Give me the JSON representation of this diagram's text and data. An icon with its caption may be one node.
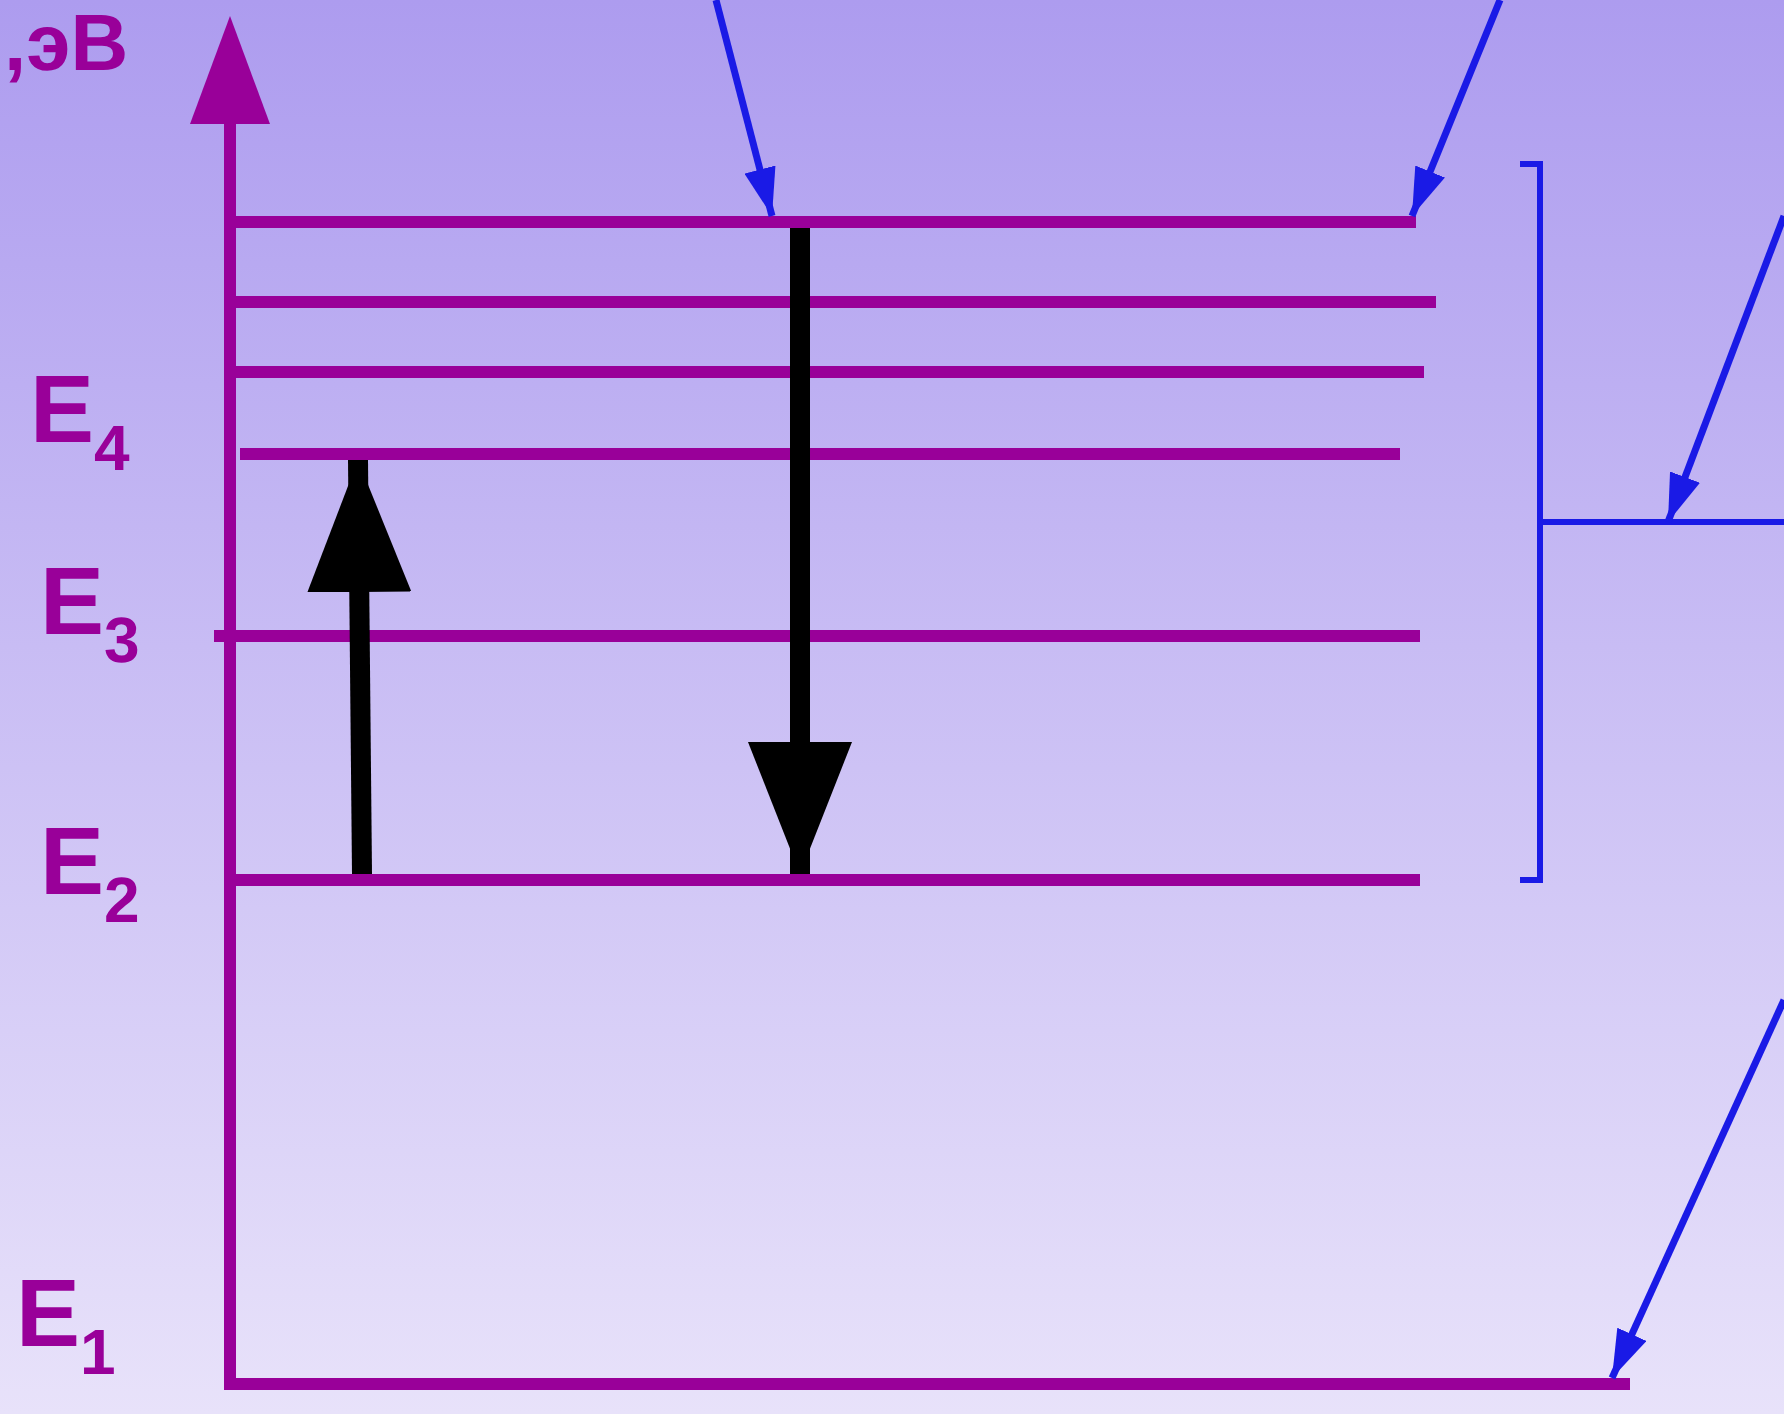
{
  "diagram": {
    "nodes": [
      {
        "text": [],
        "shape": "bar"
      },
      {
        "text": [],
        "shape": "bar"
      },
      {
        "text": [],
        "shape": "bar"
      },
      {
        "text": [],
        "shape": "bar"
      },
      {
        "text": [],
        "shape": "bar"
      },
      {
        "text": [],
        "shape": "bar"
      },
      {
        "text": [],
        "shape": "bracket"
      },
      {
        "text": [],
        "shape": "bar"
      }
    ],
    "edges": [
      {
        "from": 5,
        "to": 3,
        "arrow": "to",
        "style": "thick",
        "color": "#000000"
      },
      {
        "from": 0,
        "to": 5,
        "arrow": "to",
        "style": "thick",
        "color": "#000000"
      },
      {
        "from": null,
        "to": 0,
        "arrow": "to"
      },
      {
        "from": null,
        "to": 0,
        "arrow": "to"
      },
      {
        "from": null,
        "to": 6,
        "arrow": "to"
      },
      {
        "from": null,
        "to": 7,
        "arrow": "to"
      }
    ],
    "labels": [
      ",эВ",
      "E$_{4}$",
      "E$_{3}$",
      "E$_{2}$",
      "E$_{1}$"
    ]
  }
}
